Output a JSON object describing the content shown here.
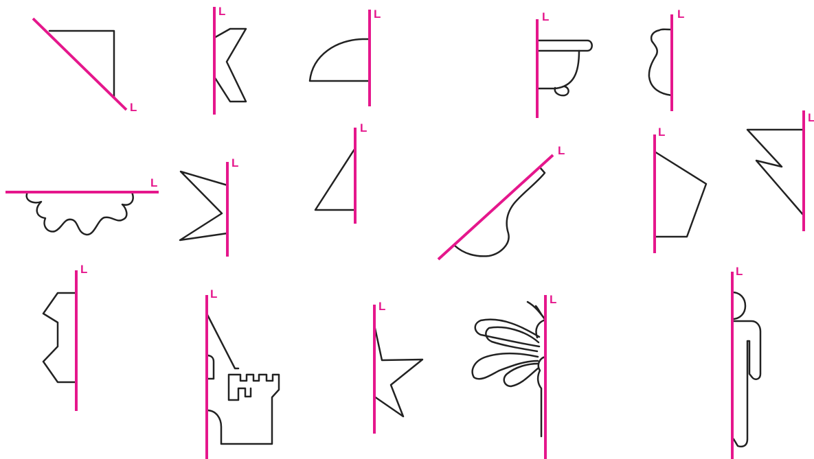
{
  "axis_label": "L",
  "colors": {
    "axis": "#e5178c",
    "outline": "#222222",
    "background": "#ffffff"
  },
  "figures": [
    {
      "name": "triangle-half"
    },
    {
      "name": "chevron-half"
    },
    {
      "name": "dome-half"
    },
    {
      "name": "bathtub-half"
    },
    {
      "name": "vase-half"
    },
    {
      "name": "wavy-cloud-half"
    },
    {
      "name": "arrow-notch-half"
    },
    {
      "name": "right-triangle-half"
    },
    {
      "name": "leaf-shape-half"
    },
    {
      "name": "pentagon-half"
    },
    {
      "name": "lightning-half"
    },
    {
      "name": "octagon-notch-half"
    },
    {
      "name": "castle-half"
    },
    {
      "name": "star-half"
    },
    {
      "name": "dragonfly-half"
    },
    {
      "name": "person-half"
    }
  ]
}
